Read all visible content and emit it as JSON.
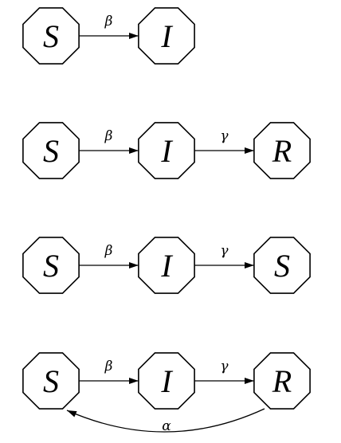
{
  "diagrams": [
    {
      "nodes": [
        "S",
        "I"
      ],
      "edges": [
        {
          "from": 0,
          "to": 1,
          "label": "β"
        }
      ]
    },
    {
      "nodes": [
        "S",
        "I",
        "R"
      ],
      "edges": [
        {
          "from": 0,
          "to": 1,
          "label": "β"
        },
        {
          "from": 1,
          "to": 2,
          "label": "γ"
        }
      ]
    },
    {
      "nodes": [
        "S",
        "I",
        "S"
      ],
      "edges": [
        {
          "from": 0,
          "to": 1,
          "label": "β"
        },
        {
          "from": 1,
          "to": 2,
          "label": "γ"
        }
      ]
    },
    {
      "nodes": [
        "S",
        "I",
        "R"
      ],
      "edges": [
        {
          "from": 0,
          "to": 1,
          "label": "β"
        },
        {
          "from": 1,
          "to": 2,
          "label": "γ"
        },
        {
          "from": 2,
          "to": 0,
          "label": "α",
          "curved": true
        }
      ]
    }
  ]
}
